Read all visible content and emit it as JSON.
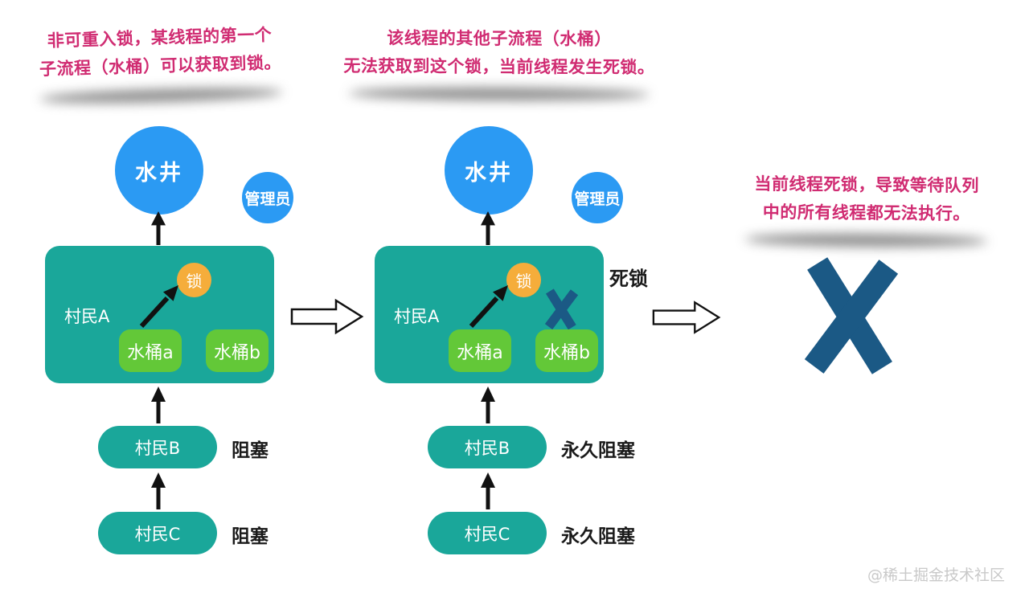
{
  "notes": [
    {
      "lines": [
        "非可重入锁，某线程的第一个",
        "子流程（水桶）可以获取到锁。"
      ]
    },
    {
      "lines": [
        "该线程的其他子流程（水桶）",
        "无法获取到这个锁，当前线程发生死锁。"
      ]
    },
    {
      "lines": [
        "当前线程死锁，导致等待队列",
        "中的所有线程都无法执行。"
      ]
    }
  ],
  "panels": [
    {
      "well": "水井",
      "admin": "管理员",
      "thread": "村民A",
      "lock": "锁",
      "bucket_a": "水桶a",
      "bucket_b": "水桶b",
      "waiter_b": "村民B",
      "waiter_b_status": "阻塞",
      "waiter_c": "村民C",
      "waiter_c_status": "阻塞"
    },
    {
      "well": "水井",
      "admin": "管理员",
      "thread": "村民A",
      "lock": "锁",
      "bucket_a": "水桶a",
      "bucket_b": "水桶b",
      "deadlock_label": "死锁",
      "waiter_b": "村民B",
      "waiter_b_status": "永久阻塞",
      "waiter_c": "村民C",
      "waiter_c_status": "永久阻塞"
    }
  ],
  "watermark": "@稀土掘金技术社区",
  "colors": {
    "well_blue": "#2B9AF3",
    "thread_teal": "#1AA79A",
    "bucket_green": "#63C838",
    "lock_orange": "#F5AD3B",
    "note_text_pink": "#D02C72",
    "cross_blue": "#1B5985",
    "arrow_black": "#111111"
  }
}
